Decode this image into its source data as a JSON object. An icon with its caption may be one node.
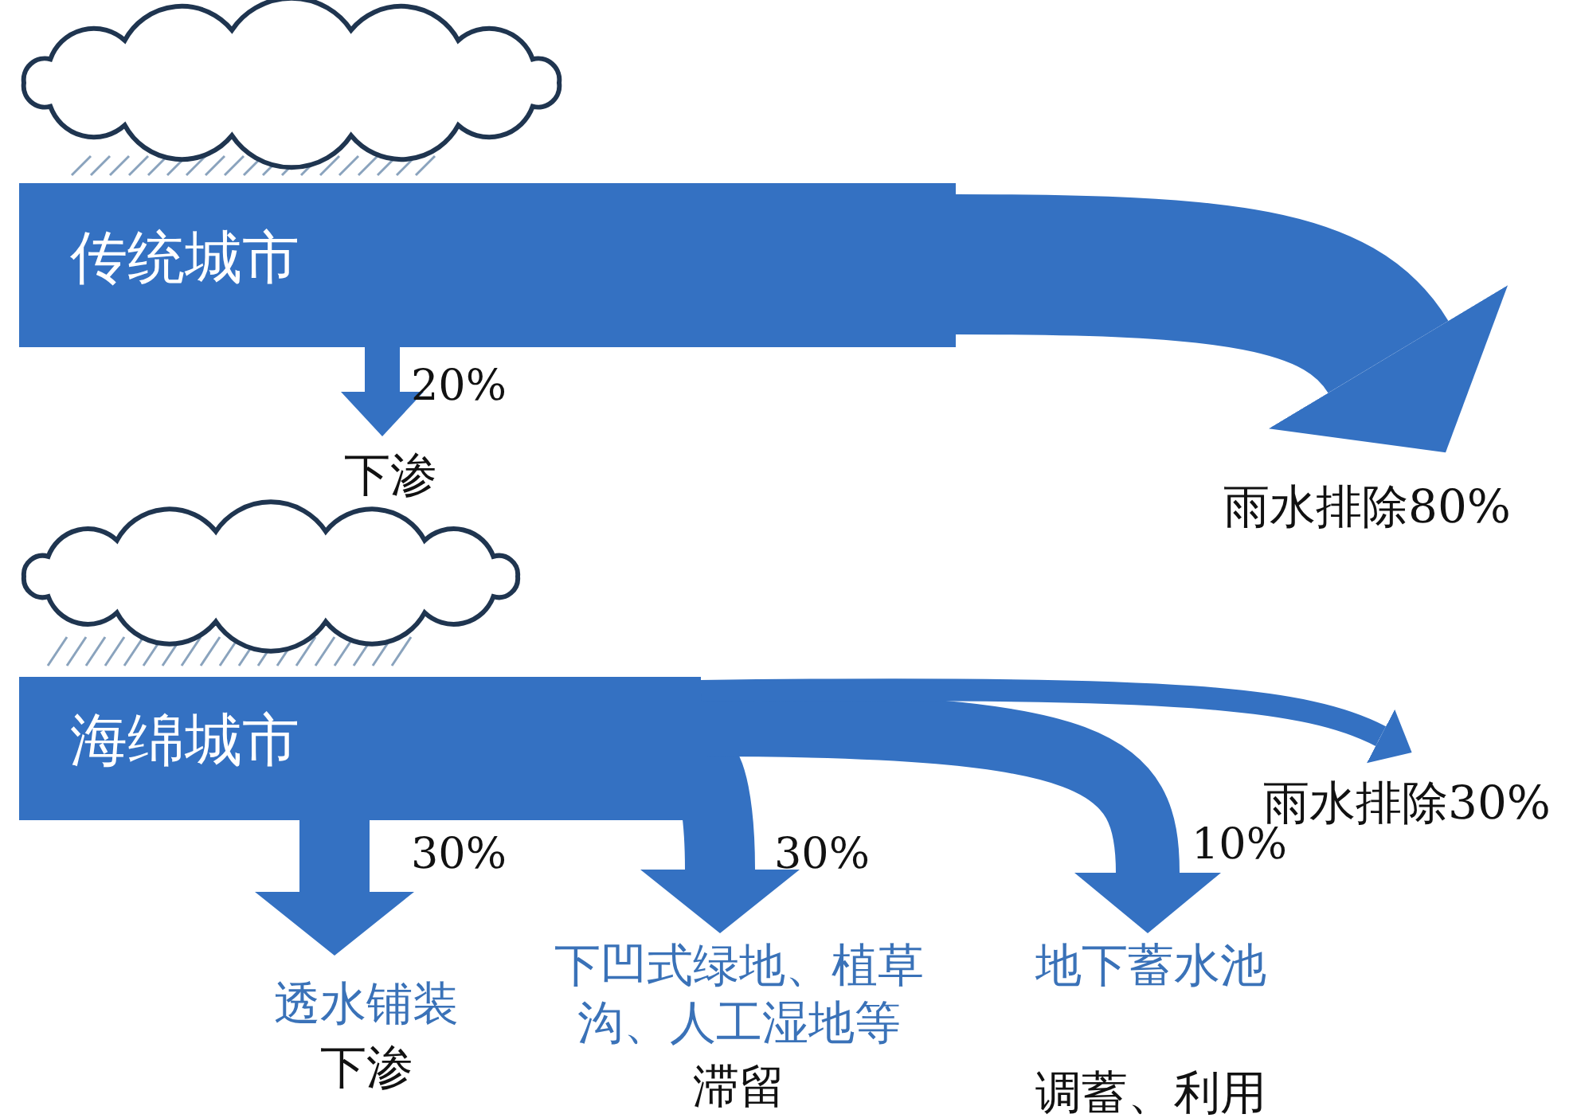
{
  "diagram": {
    "nodes": [
      {
        "text": [
          "传统城市"
        ]
      },
      {
        "text": [
          "下渗"
        ]
      },
      {
        "text": [
          "雨水排除80%"
        ]
      },
      {
        "text": [
          "海绵城市"
        ]
      },
      {
        "text": [
          "透水铺装",
          "下渗"
        ]
      },
      {
        "text": [
          "下凹式绿地、植草沟、人工湿地等",
          "滞留"
        ]
      },
      {
        "text": [
          "地下蓄水池",
          "调蓄、利用"
        ]
      },
      {
        "text": [
          "雨水排除30%"
        ]
      }
    ],
    "edges": [
      {
        "from": 0,
        "to": 1,
        "arrow": "to",
        "label": "20%"
      },
      {
        "from": 0,
        "to": 2,
        "arrow": "to",
        "style": "thick"
      },
      {
        "from": 3,
        "to": 4,
        "arrow": "to",
        "label": "30%"
      },
      {
        "from": 3,
        "to": 5,
        "arrow": "to",
        "label": "30%"
      },
      {
        "from": 3,
        "to": 6,
        "arrow": "to",
        "label": "10%"
      },
      {
        "from": 3,
        "to": 7,
        "arrow": "to"
      }
    ]
  }
}
